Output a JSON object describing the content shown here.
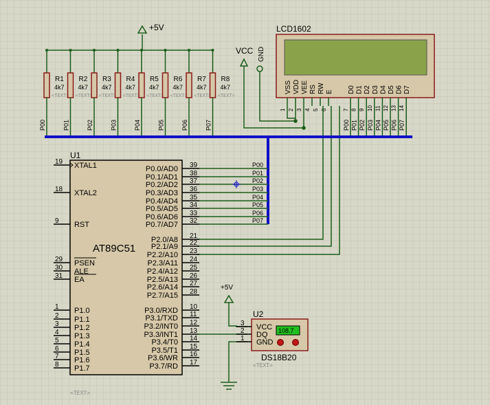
{
  "power": {
    "top_supply": "+5V",
    "lcd_vcc": "VCC",
    "lcd_gnd": "GND",
    "sensor_supply": "+5V"
  },
  "resistors": [
    {
      "ref": "R1",
      "value": "4k7",
      "net": "P00"
    },
    {
      "ref": "R2",
      "value": "4k7",
      "net": "P01"
    },
    {
      "ref": "R3",
      "value": "4k7",
      "net": "P02"
    },
    {
      "ref": "R4",
      "value": "4k7",
      "net": "P03"
    },
    {
      "ref": "R5",
      "value": "4k7",
      "net": "P04"
    },
    {
      "ref": "R6",
      "value": "4k7",
      "net": "P05"
    },
    {
      "ref": "R7",
      "value": "4k7",
      "net": "P06"
    },
    {
      "ref": "R8",
      "value": "4k7",
      "net": "P07"
    }
  ],
  "text_placeholder": "<TEXT>",
  "lcd": {
    "name": "LCD1602",
    "pins": [
      {
        "name": "VSS",
        "num": "1"
      },
      {
        "name": "VDD",
        "num": "2"
      },
      {
        "name": "VEE",
        "num": "3"
      },
      {
        "name": "RS",
        "num": "4"
      },
      {
        "name": "RW",
        "num": "5"
      },
      {
        "name": "E",
        "num": "6"
      },
      {
        "name": "D0",
        "num": "7"
      },
      {
        "name": "D1",
        "num": "8"
      },
      {
        "name": "D2",
        "num": "9"
      },
      {
        "name": "D3",
        "num": "10"
      },
      {
        "name": "D4",
        "num": "11"
      },
      {
        "name": "D5",
        "num": "12"
      },
      {
        "name": "D6",
        "num": "13"
      },
      {
        "name": "D7",
        "num": "14"
      }
    ],
    "data_nets": [
      "P00",
      "P01",
      "P02",
      "P03",
      "P04",
      "P05",
      "P06",
      "P07"
    ]
  },
  "mcu": {
    "ref": "U1",
    "name": "AT89C51",
    "left_pins": [
      {
        "num": "19",
        "name": "XTAL1"
      },
      {
        "num": "18",
        "name": "XTAL2"
      },
      {
        "num": "9",
        "name": "RST"
      },
      {
        "num": "29",
        "name": "PSEN"
      },
      {
        "num": "30",
        "name": "ALE"
      },
      {
        "num": "31",
        "name": "EA"
      },
      {
        "num": "1",
        "name": "P1.0"
      },
      {
        "num": "2",
        "name": "P1.1"
      },
      {
        "num": "3",
        "name": "P1.2"
      },
      {
        "num": "4",
        "name": "P1.3"
      },
      {
        "num": "5",
        "name": "P1.4"
      },
      {
        "num": "6",
        "name": "P1.5"
      },
      {
        "num": "7",
        "name": "P1.6"
      },
      {
        "num": "8",
        "name": "P1.7"
      }
    ],
    "right_pins": [
      {
        "num": "39",
        "name": "P0.0/AD0",
        "net": "P00"
      },
      {
        "num": "38",
        "name": "P0.1/AD1",
        "net": "P01"
      },
      {
        "num": "37",
        "name": "P0.2/AD2",
        "net": "P02"
      },
      {
        "num": "36",
        "name": "P0.3/AD3",
        "net": "P03"
      },
      {
        "num": "35",
        "name": "P0.4/AD4",
        "net": "P04"
      },
      {
        "num": "34",
        "name": "P0.5/AD5",
        "net": "P05"
      },
      {
        "num": "33",
        "name": "P0.6/AD6",
        "net": "P06"
      },
      {
        "num": "32",
        "name": "P0.7/AD7",
        "net": "P07"
      },
      {
        "num": "21",
        "name": "P2.0/A8",
        "net": ""
      },
      {
        "num": "22",
        "name": "P2.1/A9",
        "net": ""
      },
      {
        "num": "23",
        "name": "P2.2/A10",
        "net": ""
      },
      {
        "num": "24",
        "name": "P2.3/A11",
        "net": ""
      },
      {
        "num": "25",
        "name": "P2.4/A12",
        "net": ""
      },
      {
        "num": "26",
        "name": "P2.5/A13",
        "net": ""
      },
      {
        "num": "27",
        "name": "P2.6/A14",
        "net": ""
      },
      {
        "num": "28",
        "name": "P2.7/A15",
        "net": ""
      },
      {
        "num": "10",
        "name": "P3.0/RXD",
        "net": ""
      },
      {
        "num": "11",
        "name": "P3.1/TXD",
        "net": ""
      },
      {
        "num": "12",
        "name": "P3.2/INT0",
        "net": ""
      },
      {
        "num": "13",
        "name": "P3.3/INT1",
        "net": ""
      },
      {
        "num": "14",
        "name": "P3.4/T0",
        "net": ""
      },
      {
        "num": "15",
        "name": "P3.5/T1",
        "net": ""
      },
      {
        "num": "16",
        "name": "P3.6/WR",
        "net": ""
      },
      {
        "num": "17",
        "name": "P3.7/RD",
        "net": ""
      }
    ]
  },
  "sensor": {
    "ref": "U2",
    "name": "DS18B20",
    "reading": "108.7",
    "pins": [
      {
        "num": "3",
        "name": "VCC"
      },
      {
        "num": "2",
        "name": "DQ"
      },
      {
        "num": "1",
        "name": "GND"
      }
    ]
  },
  "colors": {
    "background": "#d8d8c8",
    "grid": "#c4c4b4",
    "wire": "#1a5c1a",
    "bus": "#1010c8",
    "component_fill": "#d6c8a8",
    "component_stroke": "#8a1a1a",
    "lcd_screen": "#8aa34a",
    "sensor_display": "#20c020"
  }
}
